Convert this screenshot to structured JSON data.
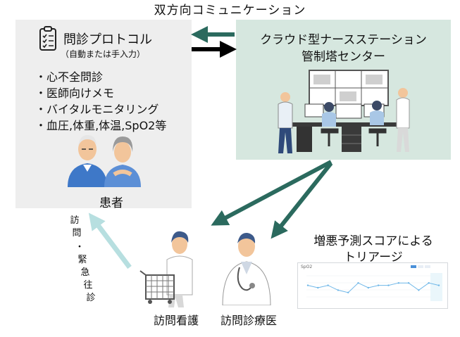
{
  "title": "双方向コミュニケーション",
  "protocol": {
    "title": "問診プロトコル",
    "subtitle": "（自動または手入力）",
    "items": [
      "・心不全問診",
      "・医師向けメモ",
      "・バイタルモニタリング",
      "・血圧,体重,体温,SpO2等"
    ],
    "patient_label": "患者"
  },
  "center": {
    "title_line1": "クラウド型ナースステーション",
    "title_line2": "管制塔センター"
  },
  "visit_label_chars": [
    "訪",
    "問",
    "・",
    "緊",
    "急",
    "往",
    "診"
  ],
  "nurse_label": "訪問看護",
  "doctor_label": "訪問診療医",
  "triage": {
    "line1": "増悪予測スコアによる",
    "line2": "トリアージ"
  },
  "thumbnail": {
    "label": "SpO2",
    "points": [
      97,
      96.5,
      97,
      96,
      95.5,
      97.5,
      96.5,
      97,
      97,
      97.5,
      97.5,
      96,
      97.5,
      97
    ]
  },
  "colors": {
    "arrow_teal": "#2b6a5e",
    "arrow_black": "#000000",
    "arrow_light": "#b7dfe0",
    "box_left": "#eeeeee",
    "box_right": "#d6e7df"
  }
}
